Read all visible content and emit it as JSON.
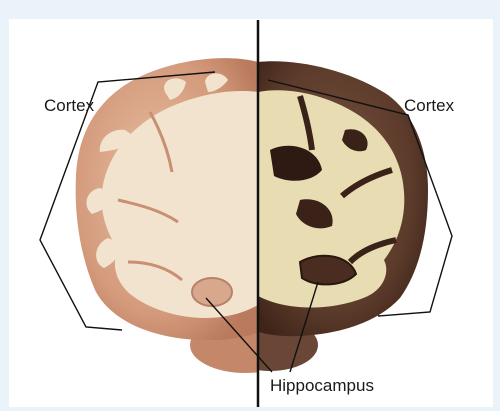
{
  "labels": {
    "cortex_left": "Cortex",
    "cortex_right": "Cortex",
    "hippocampus": "Hippocampus"
  },
  "colors": {
    "background": "#e9f3f9",
    "panel": "#ffffff",
    "healthy_tissue": "#d9a78a",
    "healthy_white_matter": "#f3e6d4",
    "diseased_tissue": "#5a3a2a",
    "diseased_white_matter": "#eadfb8",
    "line": "#111111"
  }
}
